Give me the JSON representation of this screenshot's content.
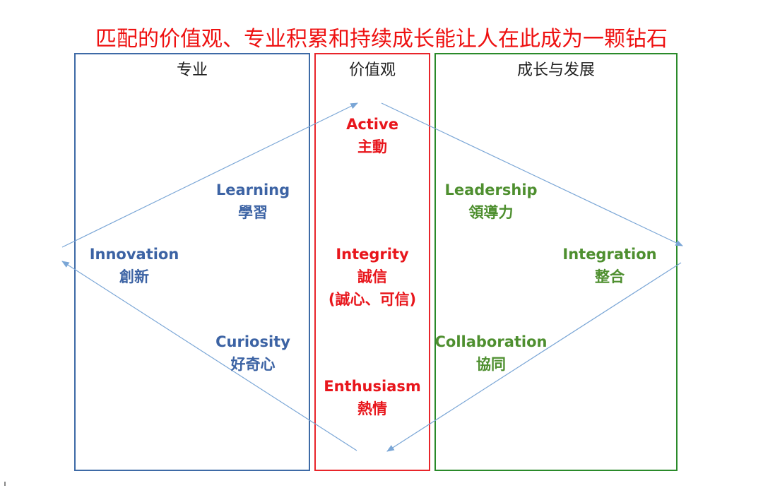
{
  "title": "匹配的价值观、专业积累和持续成长能让人在此成为一颗钻石",
  "columns": {
    "professional": {
      "heading": "专业"
    },
    "values": {
      "heading": "价值观"
    },
    "growth": {
      "heading": "成长与发展"
    }
  },
  "items": {
    "active": {
      "en": "Active",
      "zh": "主動"
    },
    "integrity": {
      "en": "Integrity",
      "zh": "誠信",
      "note": "(誠心、可信)"
    },
    "enthusiasm": {
      "en": "Enthusiasm",
      "zh": "熱情"
    },
    "learning": {
      "en": "Learning",
      "zh": "學習"
    },
    "innovation": {
      "en": "Innovation",
      "zh": "創新"
    },
    "curiosity": {
      "en": "Curiosity",
      "zh": "好奇心"
    },
    "leadership": {
      "en": "Leadership",
      "zh": "領導力"
    },
    "integration": {
      "en": "Integration",
      "zh": "整合"
    },
    "collaboration": {
      "en": "Collaboration",
      "zh": "協同"
    }
  },
  "colors": {
    "title": "#ee1111",
    "professional": "#3e6aa6",
    "values": "#e8252a",
    "growth": "#2a8a2a",
    "arrow": "#7aa6d6"
  }
}
